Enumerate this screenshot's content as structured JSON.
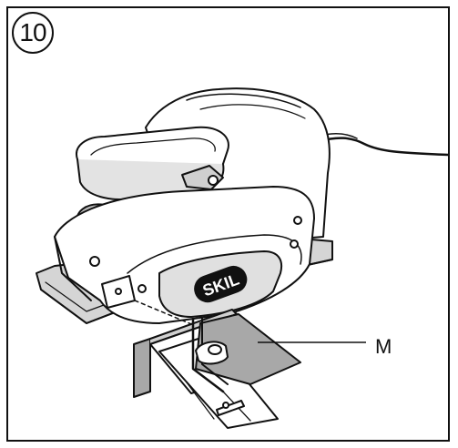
{
  "figure": {
    "number": "10",
    "callout_label": "M",
    "brand_logo": "SKIL"
  },
  "icons": {
    "tool": "electric-planer-illustration",
    "guide": "parallel-guide-illustration"
  },
  "colors": {
    "stroke": "#111111",
    "body_fill": "#ffffff",
    "shadow_fill": "#b9b9b9",
    "guide_fill": "#a8a8a8"
  }
}
